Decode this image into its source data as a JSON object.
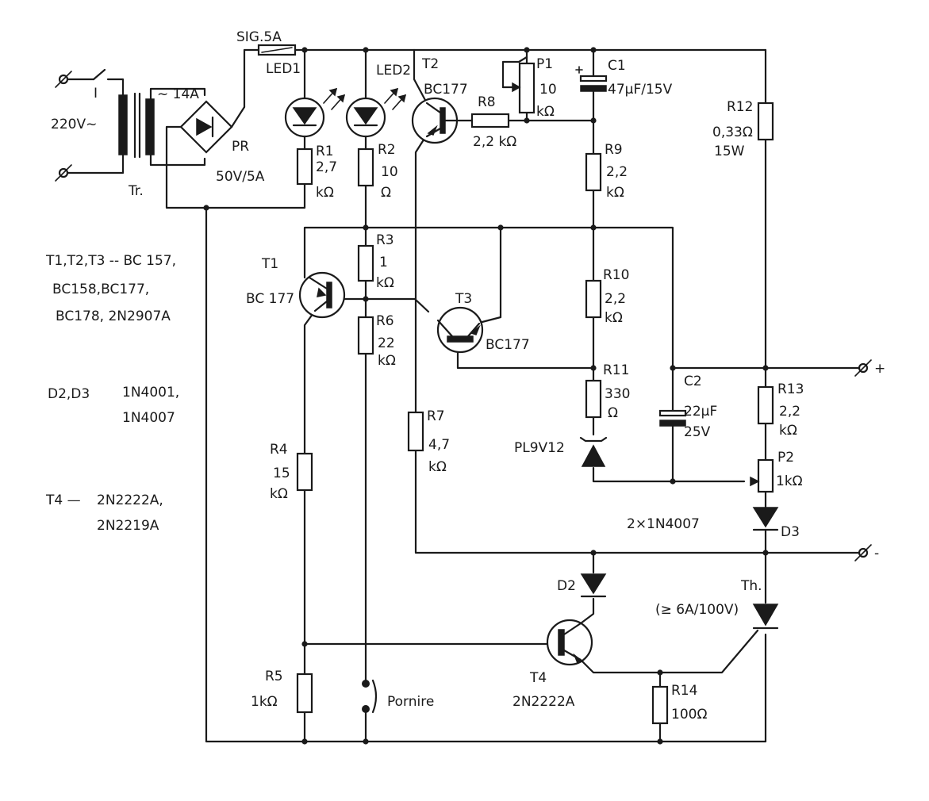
{
  "components": {
    "switch": "I",
    "mains": "220V~",
    "transformer": "Tr.",
    "transformer_rating": "~ 14A",
    "fuse": "SIG.5A",
    "bridge_name": "PR",
    "bridge_rating": "50V/5A",
    "led1": "LED1",
    "led2": "LED2",
    "r1": {
      "name": "R1",
      "value": "2,7",
      "unit": "kΩ"
    },
    "r2": {
      "name": "R2",
      "value": "10",
      "unit": "Ω"
    },
    "t2": {
      "name": "T2",
      "type": "BC177"
    },
    "p1": {
      "name": "P1",
      "value": "10",
      "unit": "kΩ"
    },
    "r8": {
      "name": "R8",
      "value": "2,2 kΩ"
    },
    "c1": {
      "name": "C1",
      "value": "47µF/15V"
    },
    "r12": {
      "name": "R12",
      "value": "0,33Ω",
      "power": "15W"
    },
    "r9": {
      "name": "R9",
      "value": "2,2",
      "unit": "kΩ"
    },
    "t1": {
      "name": "T1",
      "type": "BC 177"
    },
    "r3": {
      "name": "R3",
      "value": "1",
      "unit": "kΩ"
    },
    "r6": {
      "name": "R6",
      "value": "22",
      "unit": "kΩ"
    },
    "t3": {
      "name": "T3",
      "type": "BC177"
    },
    "r10": {
      "name": "R10",
      "value": "2,2",
      "unit": "kΩ"
    },
    "r11": {
      "name": "R11",
      "value": "330",
      "unit": "Ω"
    },
    "zener": "PL9V12",
    "c2": {
      "name": "C2",
      "value": "22µF",
      "voltage": "25V"
    },
    "r13": {
      "name": "R13",
      "value": "2,2",
      "unit": "kΩ"
    },
    "p2": {
      "name": "P2",
      "value": "1kΩ"
    },
    "d3": "D3",
    "diodes_note": "2×1N4007",
    "r4": {
      "name": "R4",
      "value": "15",
      "unit": "kΩ"
    },
    "r7": {
      "name": "R7",
      "value": "4,7",
      "unit": "kΩ"
    },
    "d2": "D2",
    "thyristor": {
      "name": "Th.",
      "rating": "(≥ 6A/100V)"
    },
    "t4": {
      "name": "T4",
      "type": "2N2222A"
    },
    "r14": {
      "name": "R14",
      "value": "100Ω"
    },
    "r5": {
      "name": "R5",
      "value": "1kΩ"
    },
    "pushbutton": "Pornire"
  },
  "terminals": {
    "plus": "+",
    "minus": "-"
  },
  "notes": {
    "transistors_line1": "T1,T2,T3 -- BC 157,",
    "transistors_line2": "BC158,BC177,",
    "transistors_line3": "BC178, 2N2907A",
    "diodes_label": "D2,D3",
    "diodes_line1": "1N4001,",
    "diodes_line2": "1N4007",
    "t4_label": "T4 —",
    "t4_line1": "2N2222A,",
    "t4_line2": "2N2219A"
  }
}
